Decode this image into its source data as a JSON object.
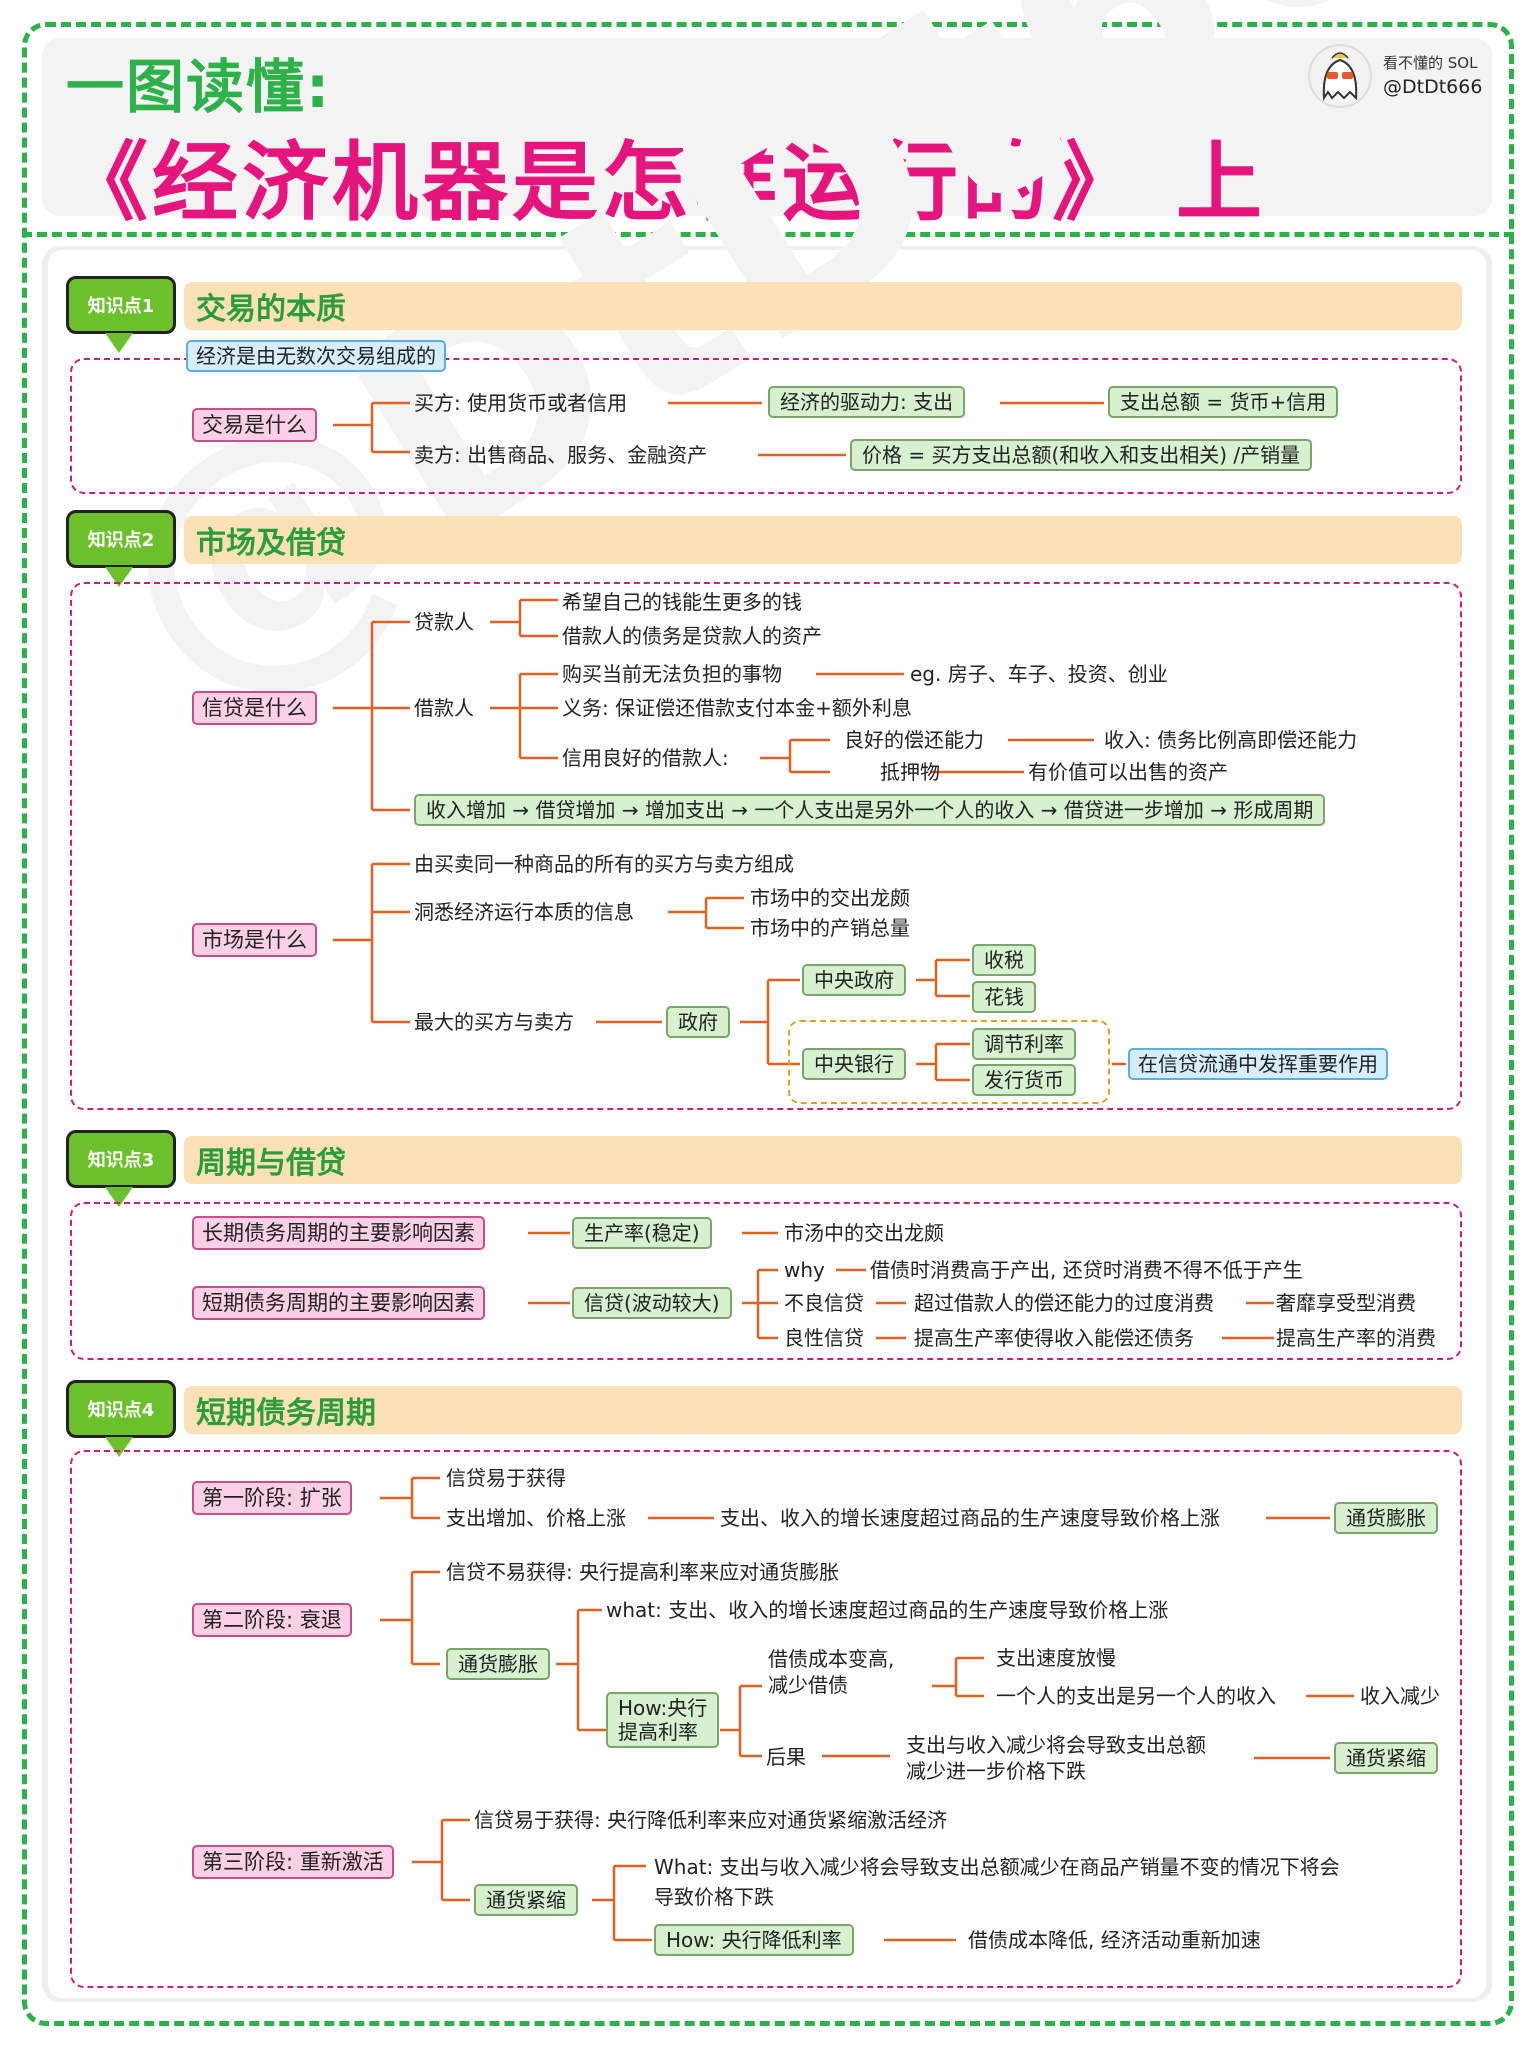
{
  "header": {
    "subtitle": "一图读懂:",
    "title": "《经济机器是怎样运行的》 上",
    "author_line1": "看不懂的 SOL",
    "author_handle": "@DtDt666"
  },
  "watermark": "@DtDt666",
  "section1": {
    "badge": "知识点1",
    "heading": "交易的本质",
    "note": "经济是由无数次交易组成的",
    "root": "交易是什么",
    "buyer": "买方: 使用货币或者信用",
    "driver": "经济的驱动力: 支出",
    "spending": "支出总额 = 货币+信用",
    "seller": "卖方: 出售商品、服务、金融资产",
    "price": "价格 = 买方支出总额(和收入和支出相关) /产销量"
  },
  "section2": {
    "badge": "知识点2",
    "heading": "市场及借贷",
    "credit_root": "信贷是什么",
    "lender": "贷款人",
    "lender_1": "希望自己的钱能生更多的钱",
    "lender_2": "借款人的债务是贷款人的资产",
    "borrower": "借款人",
    "borrower_1": "购买当前无法负担的事物",
    "borrower_1_eg": "eg. 房子、车子、投资、创业",
    "borrower_2": "义务: 保证偿还借款支付本金+额外利息",
    "borrower_3": "信用良好的借款人:",
    "good_1": "良好的偿还能力",
    "good_1_note": "收入: 债务比例高即偿还能力",
    "good_2": "抵押物",
    "good_2_note": "有价值可以出售的资产",
    "cycle": "收入增加 → 借贷增加 → 增加支出 → 一个人支出是另外一个人的收入 → 借贷进一步增加 → 形成周期",
    "market_root": "市场是什么",
    "market_1": "由买卖同一种商品的所有的买方与卖方组成",
    "market_2": "洞悉经济运行本质的信息",
    "market_2a": "市场中的交出龙颇",
    "market_2b": "市场中的产销总量",
    "market_3": "最大的买方与卖方",
    "gov": "政府",
    "central_gov": "中央政府",
    "tax": "收税",
    "spend": "花钱",
    "central_bank": "中央银行",
    "rate": "调节利率",
    "issue": "发行货币",
    "credit_role": "在信贷流通中发挥重要作用"
  },
  "section3": {
    "badge": "知识点3",
    "heading": "周期与借贷",
    "long": "长期债务周期的主要影响因素",
    "productivity": "生产率(稳定)",
    "productivity_note": "市汤中的交出龙颇",
    "short": "短期债务周期的主要影响因素",
    "credit": "信贷(波动较大)",
    "why": "why",
    "why_note": "借债时消费高于产出, 还贷时消费不得不低于产生",
    "bad": "不良信贷",
    "bad_note": "超过借款人的偿还能力的过度消费",
    "bad_type": "奢靡享受型消费",
    "good": "良性信贷",
    "good_note": "提高生产率使得收入能偿还债务",
    "good_type": "提高生产率的消费"
  },
  "section4": {
    "badge": "知识点4",
    "heading": "短期债务周期",
    "stage1": "第一阶段: 扩张",
    "s1_a": "信贷易于获得",
    "s1_b": "支出增加、价格上涨",
    "s1_c": "支出、收入的增长速度超过商品的生产速度导致价格上涨",
    "s1_d": "通货膨胀",
    "stage2": "第二阶段: 衰退",
    "s2_a": "信贷不易获得: 央行提高利率来应对通货膨胀",
    "s2_infl": "通货膨胀",
    "s2_what": "what: 支出、收入的增长速度超过商品的生产速度导致价格上涨",
    "s2_how": "How:央行\n提高利率",
    "s2_cost": "借债成本变高,\n减少借债",
    "s2_slow": "支出速度放慢",
    "s2_chain": "一个人的支出是另一个人的收入",
    "s2_income": "收入减少",
    "s2_result": "后果",
    "s2_result_note": "支出与收入减少将会导致支出总额\n减少进一步价格下跌",
    "s2_defl": "通货紧缩",
    "stage3": "第三阶段: 重新激活",
    "s3_a": "信贷易于获得: 央行降低利率来应对通货紧缩激活经济",
    "s3_defl": "通货紧缩",
    "s3_what": "What: 支出与收入减少将会导致支出总额减少在商品产销量不变的情况下将会\n导致价格下跌",
    "s3_how": "How: 央行降低利率",
    "s3_result": "借债成本降低, 经济活动重新加速"
  },
  "colors": {
    "accent_green": "#2db24a",
    "title_pink": "#e6157e",
    "line_orange": "#e2611f",
    "bar_peach": "#fde1b6"
  }
}
